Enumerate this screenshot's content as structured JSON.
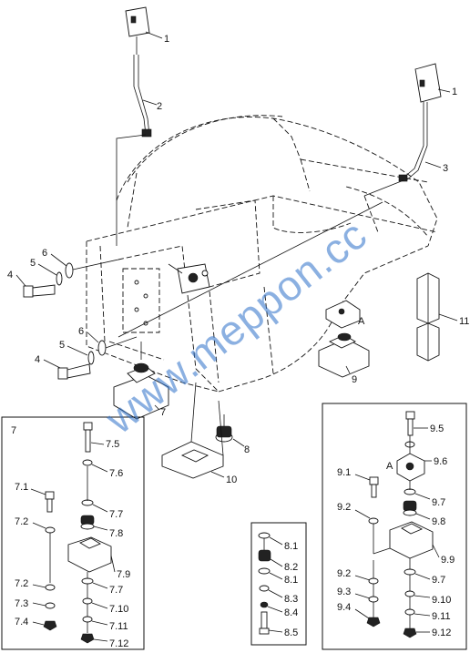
{
  "labels": {
    "p1a": "1",
    "p1b": "1",
    "p2": "2",
    "p3": "3",
    "p4a": "4",
    "p4b": "4",
    "p5a": "5",
    "p5b": "5",
    "p6a": "6",
    "p6b": "6",
    "p7": "7",
    "p8": "8",
    "p9": "9",
    "p10": "10",
    "p11": "11",
    "A_main": "A",
    "A_detail": "A",
    "box7_title": "7",
    "b7_5": "7.5",
    "b7_6": "7.6",
    "b7_1": "7.1",
    "b7_7a": "7.7",
    "b7_2a": "7.2",
    "b7_8": "7.8",
    "b7_9": "7.9",
    "b7_2b": "7.2",
    "b7_7b": "7.7",
    "b7_3": "7.3",
    "b7_10": "7.10",
    "b7_4": "7.4",
    "b7_11": "7.11",
    "b7_12": "7.12",
    "b8_1a": "8.1",
    "b8_2": "8.2",
    "b8_1b": "8.1",
    "b8_3": "8.3",
    "b8_4": "8.4",
    "b8_5": "8.5",
    "b9_5": "9.5",
    "b9_6": "9.6",
    "b9_1": "9.1",
    "b9_7a": "9.7",
    "b9_2a": "9.2",
    "b9_8": "9.8",
    "b9_9": "9.9",
    "b9_2b": "9.2",
    "b9_7b": "9.7",
    "b9_3": "9.3",
    "b9_10": "9.10",
    "b9_4": "9.4",
    "b9_11": "9.11",
    "b9_12": "9.12"
  },
  "watermark": "www.meppon.cc",
  "colors": {
    "watermark": "#2b6fc9",
    "ink": "#111111"
  }
}
